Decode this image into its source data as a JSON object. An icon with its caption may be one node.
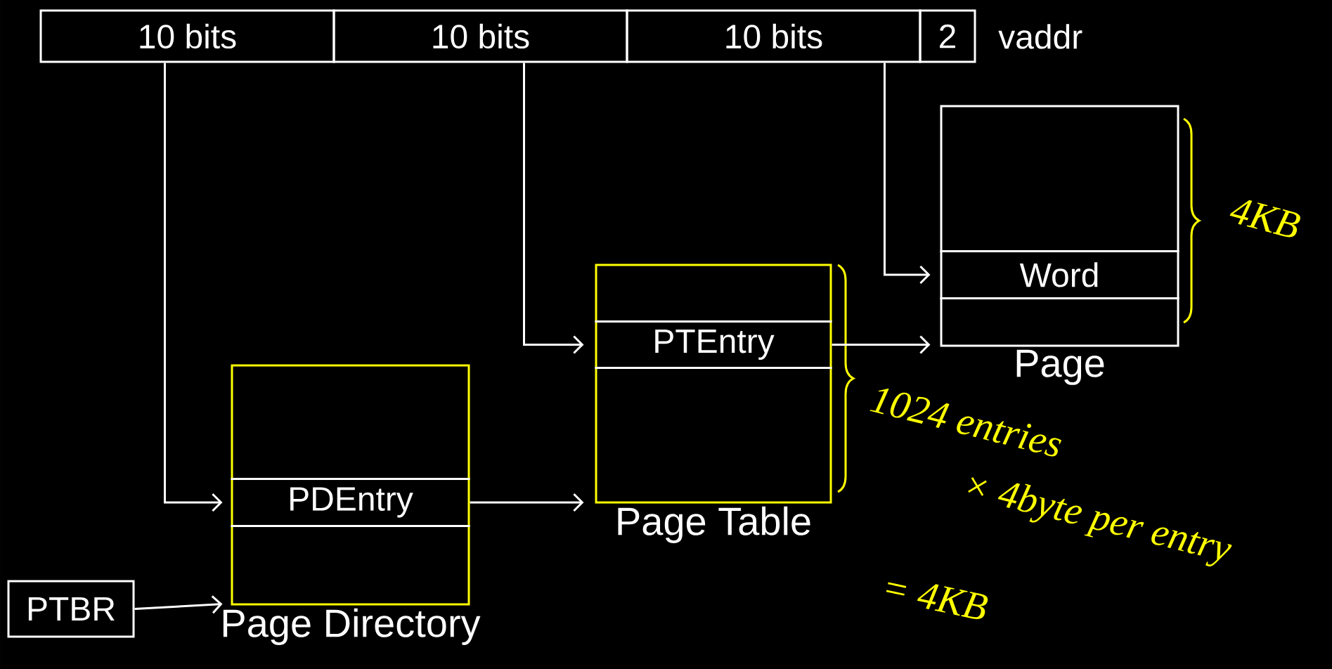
{
  "diagram": {
    "nodes": [
      {
        "text": [
          "10 bits"
        ]
      },
      {
        "text": [
          "10 bits"
        ]
      },
      {
        "text": [
          "10 bits"
        ]
      },
      {
        "text": [
          "2"
        ]
      },
      {
        "text": [
          "Page Directory"
        ]
      },
      {
        "text": [
          "PDEntry"
        ],
        "in": 4
      },
      {
        "text": [
          "Page Table"
        ]
      },
      {
        "text": [
          "PTEntry"
        ],
        "in": 6
      },
      {
        "text": [
          "Page"
        ]
      },
      {
        "text": [
          "Word"
        ],
        "in": 8
      },
      {
        "text": [
          "PTBR"
        ]
      }
    ],
    "edges": [
      {
        "from": 0,
        "to": 5,
        "arrow": "to"
      },
      {
        "from": 1,
        "to": 7,
        "arrow": "to"
      },
      {
        "from": 2,
        "to": 9,
        "arrow": "to"
      },
      {
        "from": 5,
        "to": 6,
        "arrow": "to"
      },
      {
        "from": 7,
        "to": 8,
        "arrow": "to"
      },
      {
        "from": 10,
        "to": 4,
        "arrow": "to"
      }
    ],
    "labels": [
      "vaddr",
      "4KB",
      "1024 entries",
      "× 4byte per entry",
      "= 4KB"
    ]
  }
}
